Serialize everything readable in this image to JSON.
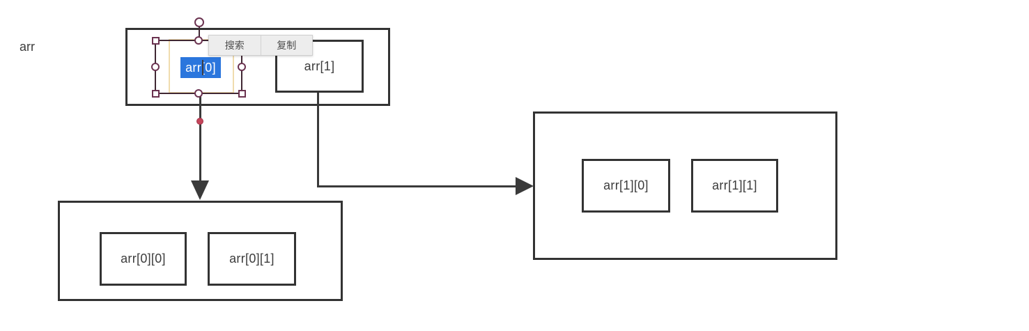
{
  "diagram": {
    "root_label": "arr",
    "top_row": {
      "cells": [
        {
          "label": "arr[0]",
          "selected": true
        },
        {
          "label": "arr[1]",
          "selected": false
        }
      ]
    },
    "row0": {
      "cells": [
        {
          "label": "arr[0][0]"
        },
        {
          "label": "arr[0][1]"
        }
      ]
    },
    "row1": {
      "cells": [
        {
          "label": "arr[1][0]"
        },
        {
          "label": "arr[1][1]"
        }
      ]
    }
  },
  "selection": {
    "label": "arr[0]"
  },
  "context_menu": {
    "items": [
      {
        "label": "搜索"
      },
      {
        "label": "复制"
      }
    ]
  },
  "colors": {
    "shape_border": "#333333",
    "shape_text": "#3c3c3c",
    "edge_line": "#3a3a3a",
    "text_selection_fill": "#2b76dd",
    "text_selection_text": "#ffffff",
    "handle_stroke": "#6b3350",
    "handle_fill": "#ffffff",
    "selection_frame": "#402833",
    "shape_highlight_outline": "#f0dcae",
    "endpoint_dot": "#c5455a",
    "menu_background": "#ededed",
    "menu_border": "#cfcfcf",
    "menu_text": "#4d4d4d"
  }
}
